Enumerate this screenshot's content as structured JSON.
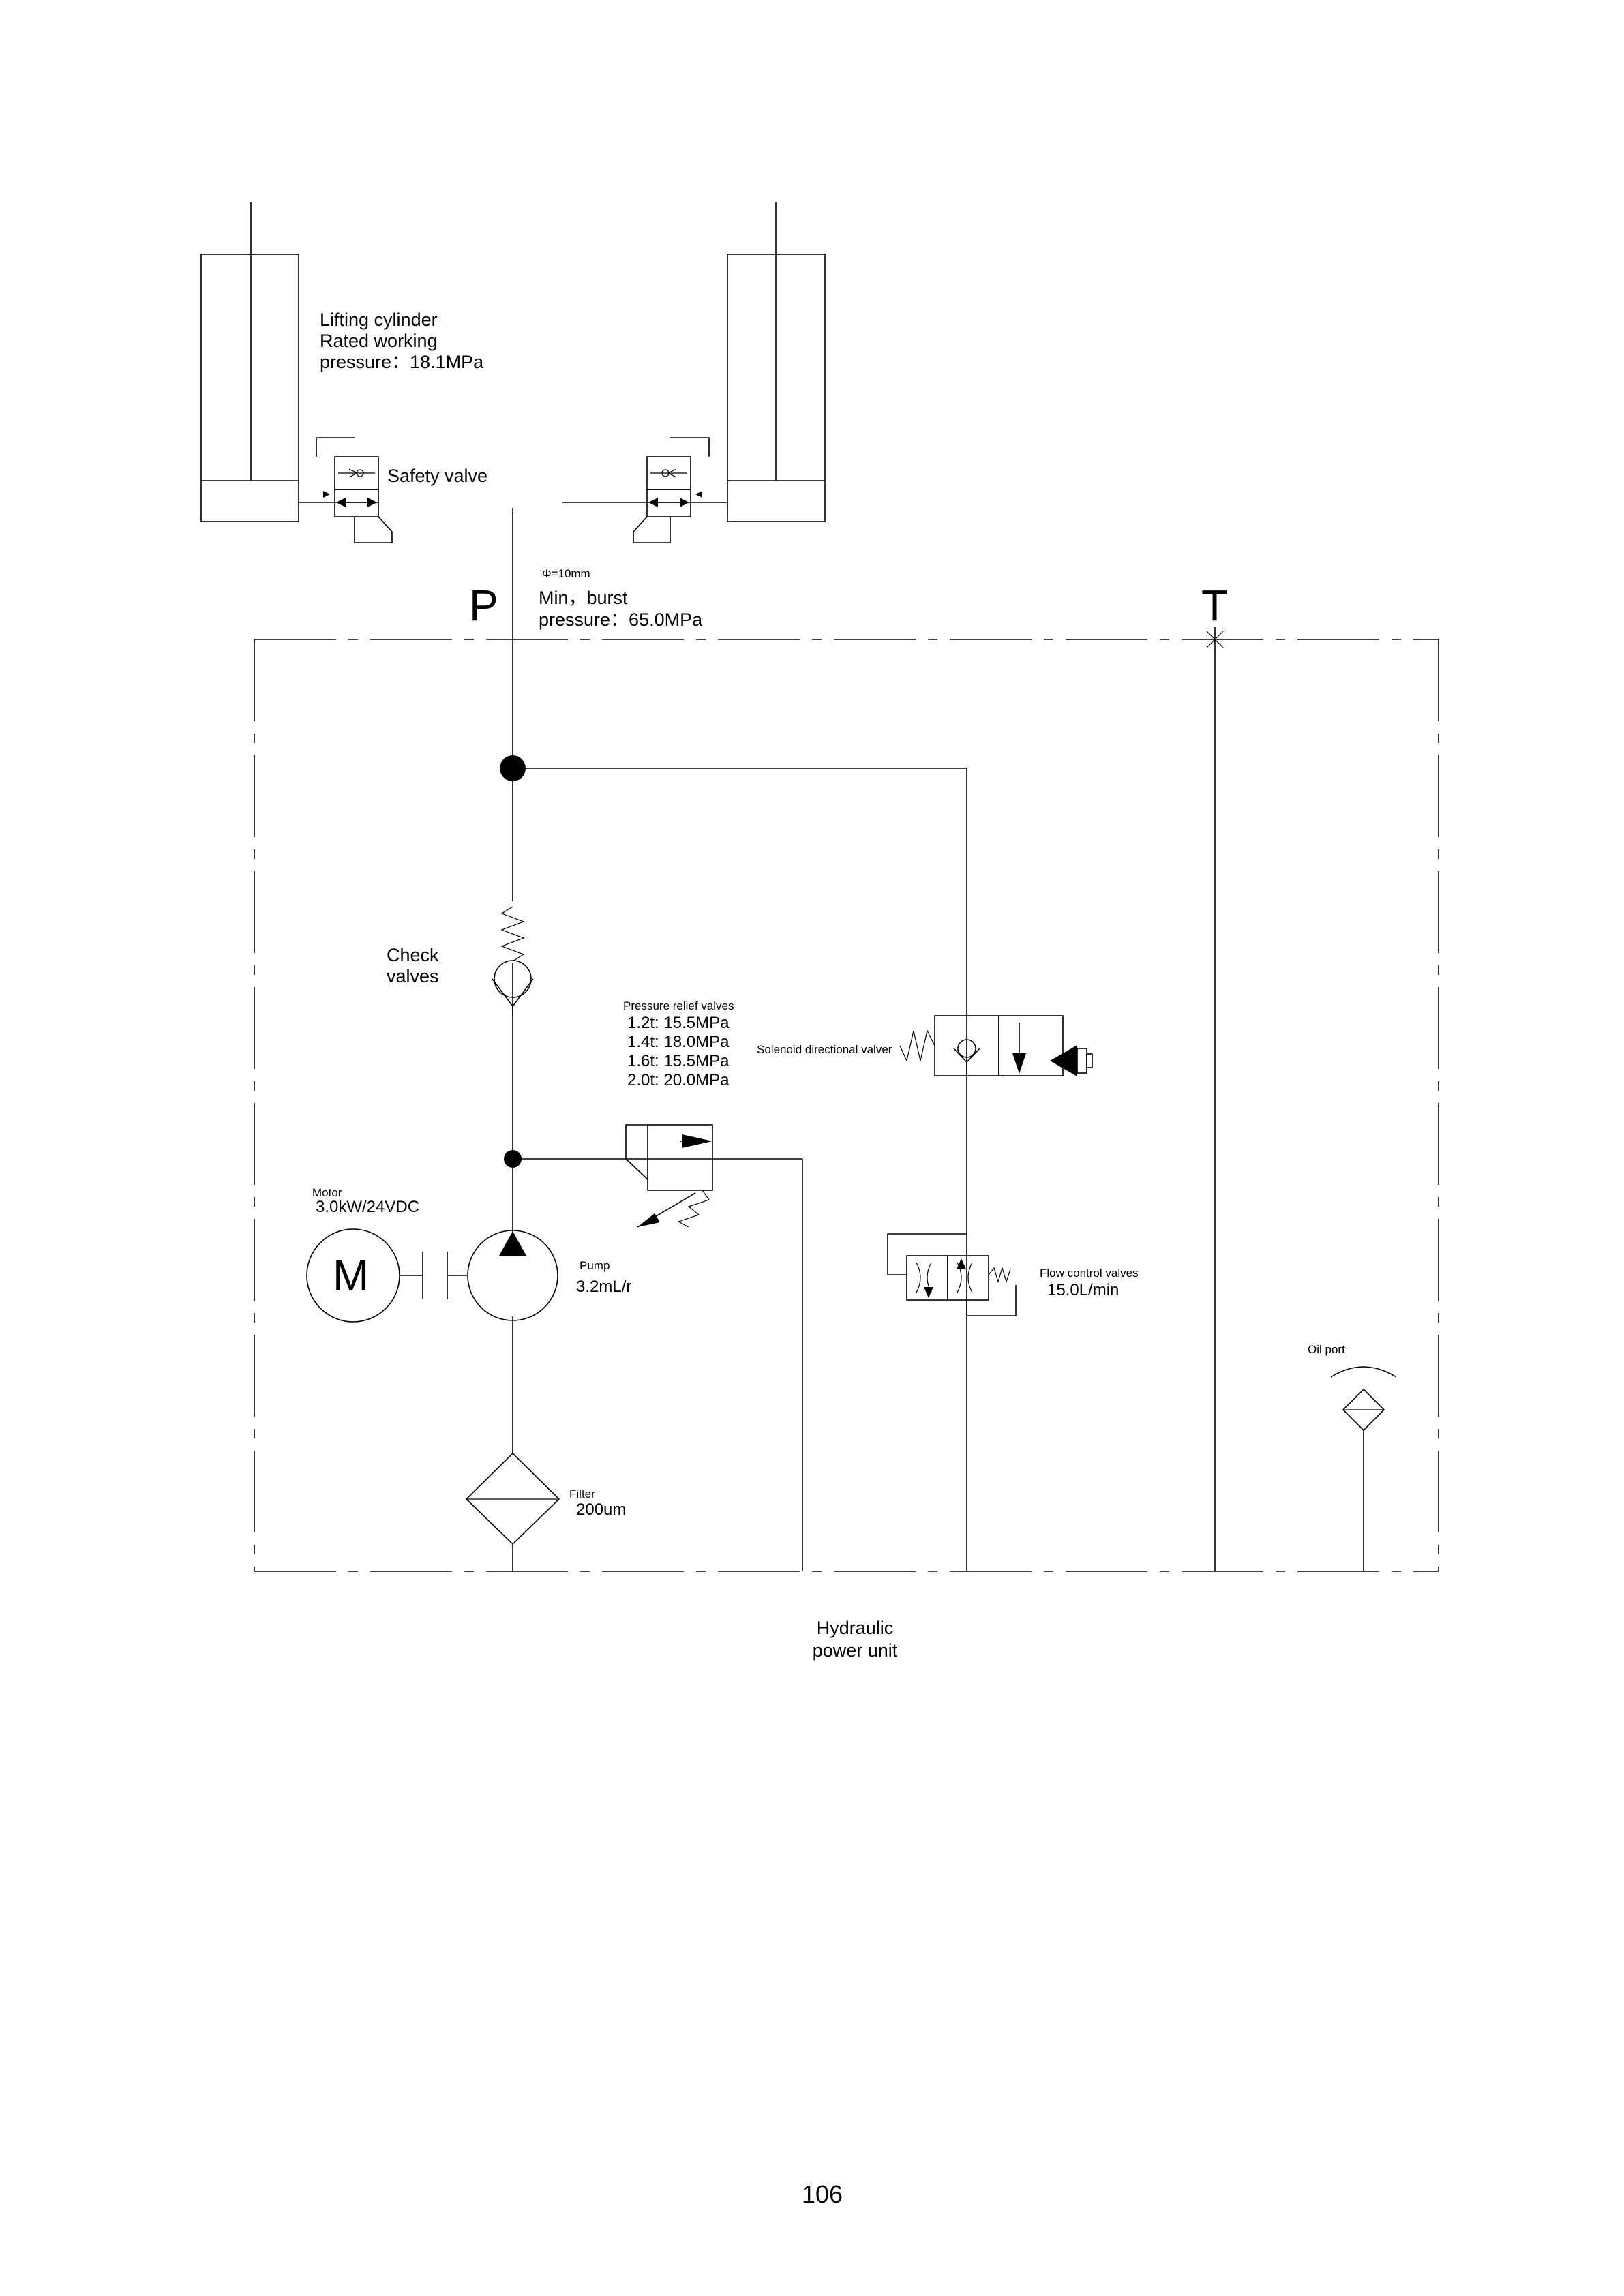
{
  "labels": {
    "lifting_cylinder": [
      "Lifting cylinder",
      "Rated working",
      "pressure：18.1MPa"
    ],
    "safety_valve": "Safety valve",
    "hose_diameter": "Φ=10mm",
    "burst_pressure": [
      "Min，burst",
      "pressure：65.0MPa"
    ],
    "port_p": "P",
    "port_t": "T",
    "check_valves": [
      "Check",
      "valves"
    ],
    "pressure_relief": {
      "title": "Pressure relief valves",
      "settings": [
        "1.2t: 15.5MPa",
        "1.4t: 18.0MPa",
        "1.6t: 15.5MPa",
        "2.0t: 20.0MPa"
      ]
    },
    "solenoid_valve": "Solenoid directional valver",
    "motor": {
      "name": "Motor",
      "spec": "3.0kW/24VDC",
      "symbol": "M"
    },
    "pump": {
      "name": "Pump",
      "spec": "3.2mL/r"
    },
    "flow_control": {
      "name": "Flow control valves",
      "spec": "15.0L/min"
    },
    "oil_port": "Oil port",
    "filter": {
      "name": "Filter",
      "spec": "200um"
    },
    "hydraulic_power_unit": [
      "Hydraulic",
      "power unit"
    ]
  },
  "page_number": "106"
}
